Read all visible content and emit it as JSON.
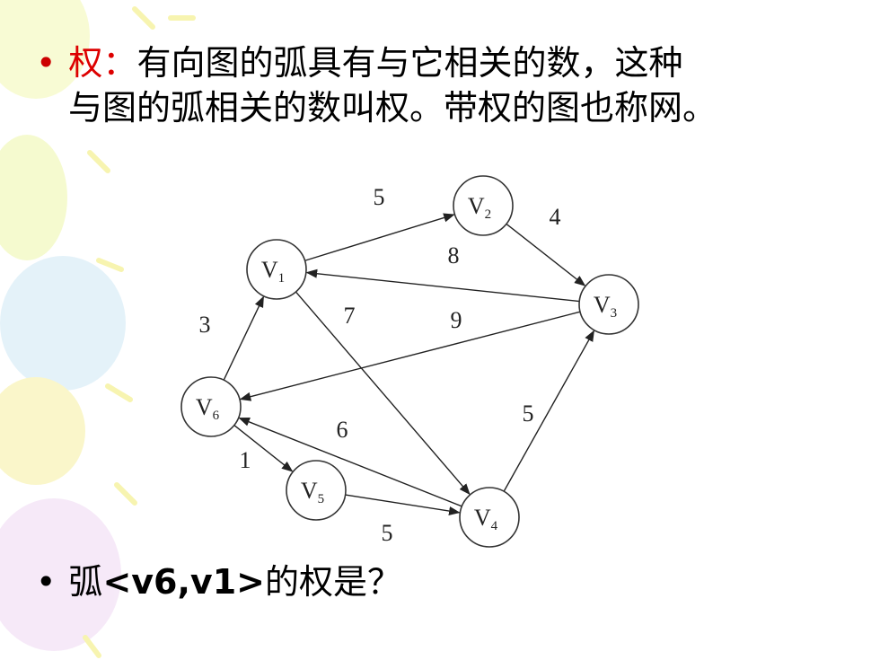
{
  "slide": {
    "bullet1": {
      "term": "权：",
      "text_line1": "有向图的弧具有与它相关的数，这种",
      "text_line2": "与图的弧相关的数叫权。带权的图也称网。"
    },
    "bullet2": {
      "prefix": "弧",
      "arc": "<v6,v1>",
      "suffix": "的权是？"
    }
  },
  "diagram": {
    "nodes": [
      {
        "id": "v1",
        "label": "V",
        "sub": "1"
      },
      {
        "id": "v2",
        "label": "V",
        "sub": "2"
      },
      {
        "id": "v3",
        "label": "V",
        "sub": "3"
      },
      {
        "id": "v4",
        "label": "V",
        "sub": "4"
      },
      {
        "id": "v5",
        "label": "V",
        "sub": "5"
      },
      {
        "id": "v6",
        "label": "V",
        "sub": "6"
      }
    ],
    "edges": [
      {
        "from": "v1",
        "to": "v2",
        "weight": "5"
      },
      {
        "from": "v2",
        "to": "v3",
        "weight": "4"
      },
      {
        "from": "v3",
        "to": "v1",
        "weight": "8"
      },
      {
        "from": "v3",
        "to": "v6",
        "weight": "9"
      },
      {
        "from": "v1",
        "to": "v4",
        "weight": "7"
      },
      {
        "from": "v6",
        "to": "v1",
        "weight": "3"
      },
      {
        "from": "v4",
        "to": "v6",
        "weight": "6"
      },
      {
        "from": "v4",
        "to": "v3",
        "weight": "5"
      },
      {
        "from": "v6",
        "to": "v5",
        "weight": "1"
      },
      {
        "from": "v5",
        "to": "v4",
        "weight": "5"
      }
    ]
  },
  "colors": {
    "term": "#dd0000",
    "bullet": "#cc0000"
  }
}
